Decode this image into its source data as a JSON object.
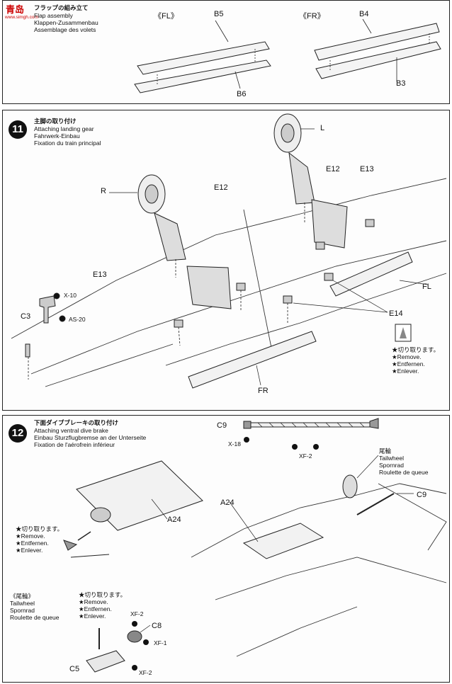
{
  "watermark": {
    "brand": "青岛",
    "url": "www.simgh.com"
  },
  "step_flaps": {
    "title_jp": "フラップの組み立て",
    "title_en": "Flap assembly",
    "title_de": "Klappen-Zusammenbau",
    "title_fr": "Assemblage des volets",
    "left_group": "《FL》",
    "right_group": "《FR》",
    "parts": {
      "b5": "B5",
      "b6": "B6",
      "b4": "B4",
      "b3": "B3"
    }
  },
  "step11": {
    "number": "11",
    "title_jp": "主脚の取り付け",
    "title_en": "Attaching landing gear",
    "title_de": "Fahrwerk-Einbau",
    "title_fr": "Fixation du train principal",
    "parts": {
      "l": "L",
      "r": "R",
      "e12a": "E12",
      "e12b": "E12",
      "e13a": "E13",
      "e13b": "E13",
      "c3": "C3",
      "fl": "FL",
      "fr": "FR",
      "e14": "E14"
    },
    "paint": {
      "x10": "X-10",
      "as20": "AS-20"
    },
    "remove_note": [
      "★切り取ります。",
      "★Remove.",
      "★Entfernen.",
      "★Enlever."
    ]
  },
  "step12": {
    "number": "12",
    "title_jp": "下面ダイブブレーキの取り付け",
    "title_en": "Attaching ventral dive brake",
    "title_de": "Einbau Sturzflugbremse an der Unterseite",
    "title_fr": "Fixation de l'aérofrein inférieur",
    "parts": {
      "c9a": "C9",
      "c9b": "C9",
      "a24a": "A24",
      "a24b": "A24",
      "c8": "C8",
      "c5": "C5"
    },
    "paint": {
      "x18": "X-18",
      "xf2a": "XF-2",
      "xf2b": "XF-2",
      "xf1": "XF-1",
      "xf2c": "XF-2"
    },
    "tailwheel": [
      "尾輪",
      "Tailwheel",
      "Spornrad",
      "Roulette de queue"
    ],
    "tailwheel_sub": [
      "《尾輪》",
      "Tailwheel",
      "Spornrad",
      "Roulette de queue"
    ],
    "remove_note_a": [
      "★切り取ります。",
      "★Remove.",
      "★Entfernen.",
      "★Enlever."
    ],
    "remove_note_b": [
      "★切り取ります。",
      "★Remove.",
      "★Entfernen.",
      "★Enlever."
    ]
  }
}
